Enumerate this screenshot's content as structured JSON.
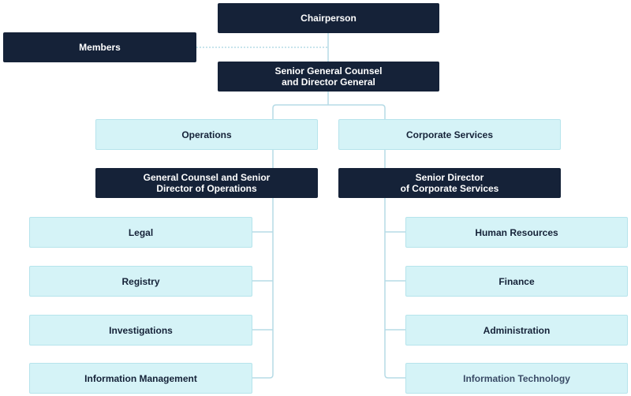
{
  "colors": {
    "dark_box": "#152238",
    "light_box": "#d5f3f7",
    "connector": "#b6dbe6"
  },
  "org": {
    "chairperson": "Chairperson",
    "members": "Members",
    "director_general": "Senior General Counsel\nand Director General",
    "operations": {
      "title": "Operations",
      "head": "General Counsel and Senior\nDirector of Operations",
      "units": [
        "Legal",
        "Registry",
        "Investigations",
        "Information Management"
      ]
    },
    "corporate": {
      "title": "Corporate Services",
      "head": "Senior Director\nof Corporate Services",
      "units": [
        "Human Resources",
        "Finance",
        "Administration",
        "Information Technology"
      ]
    }
  }
}
